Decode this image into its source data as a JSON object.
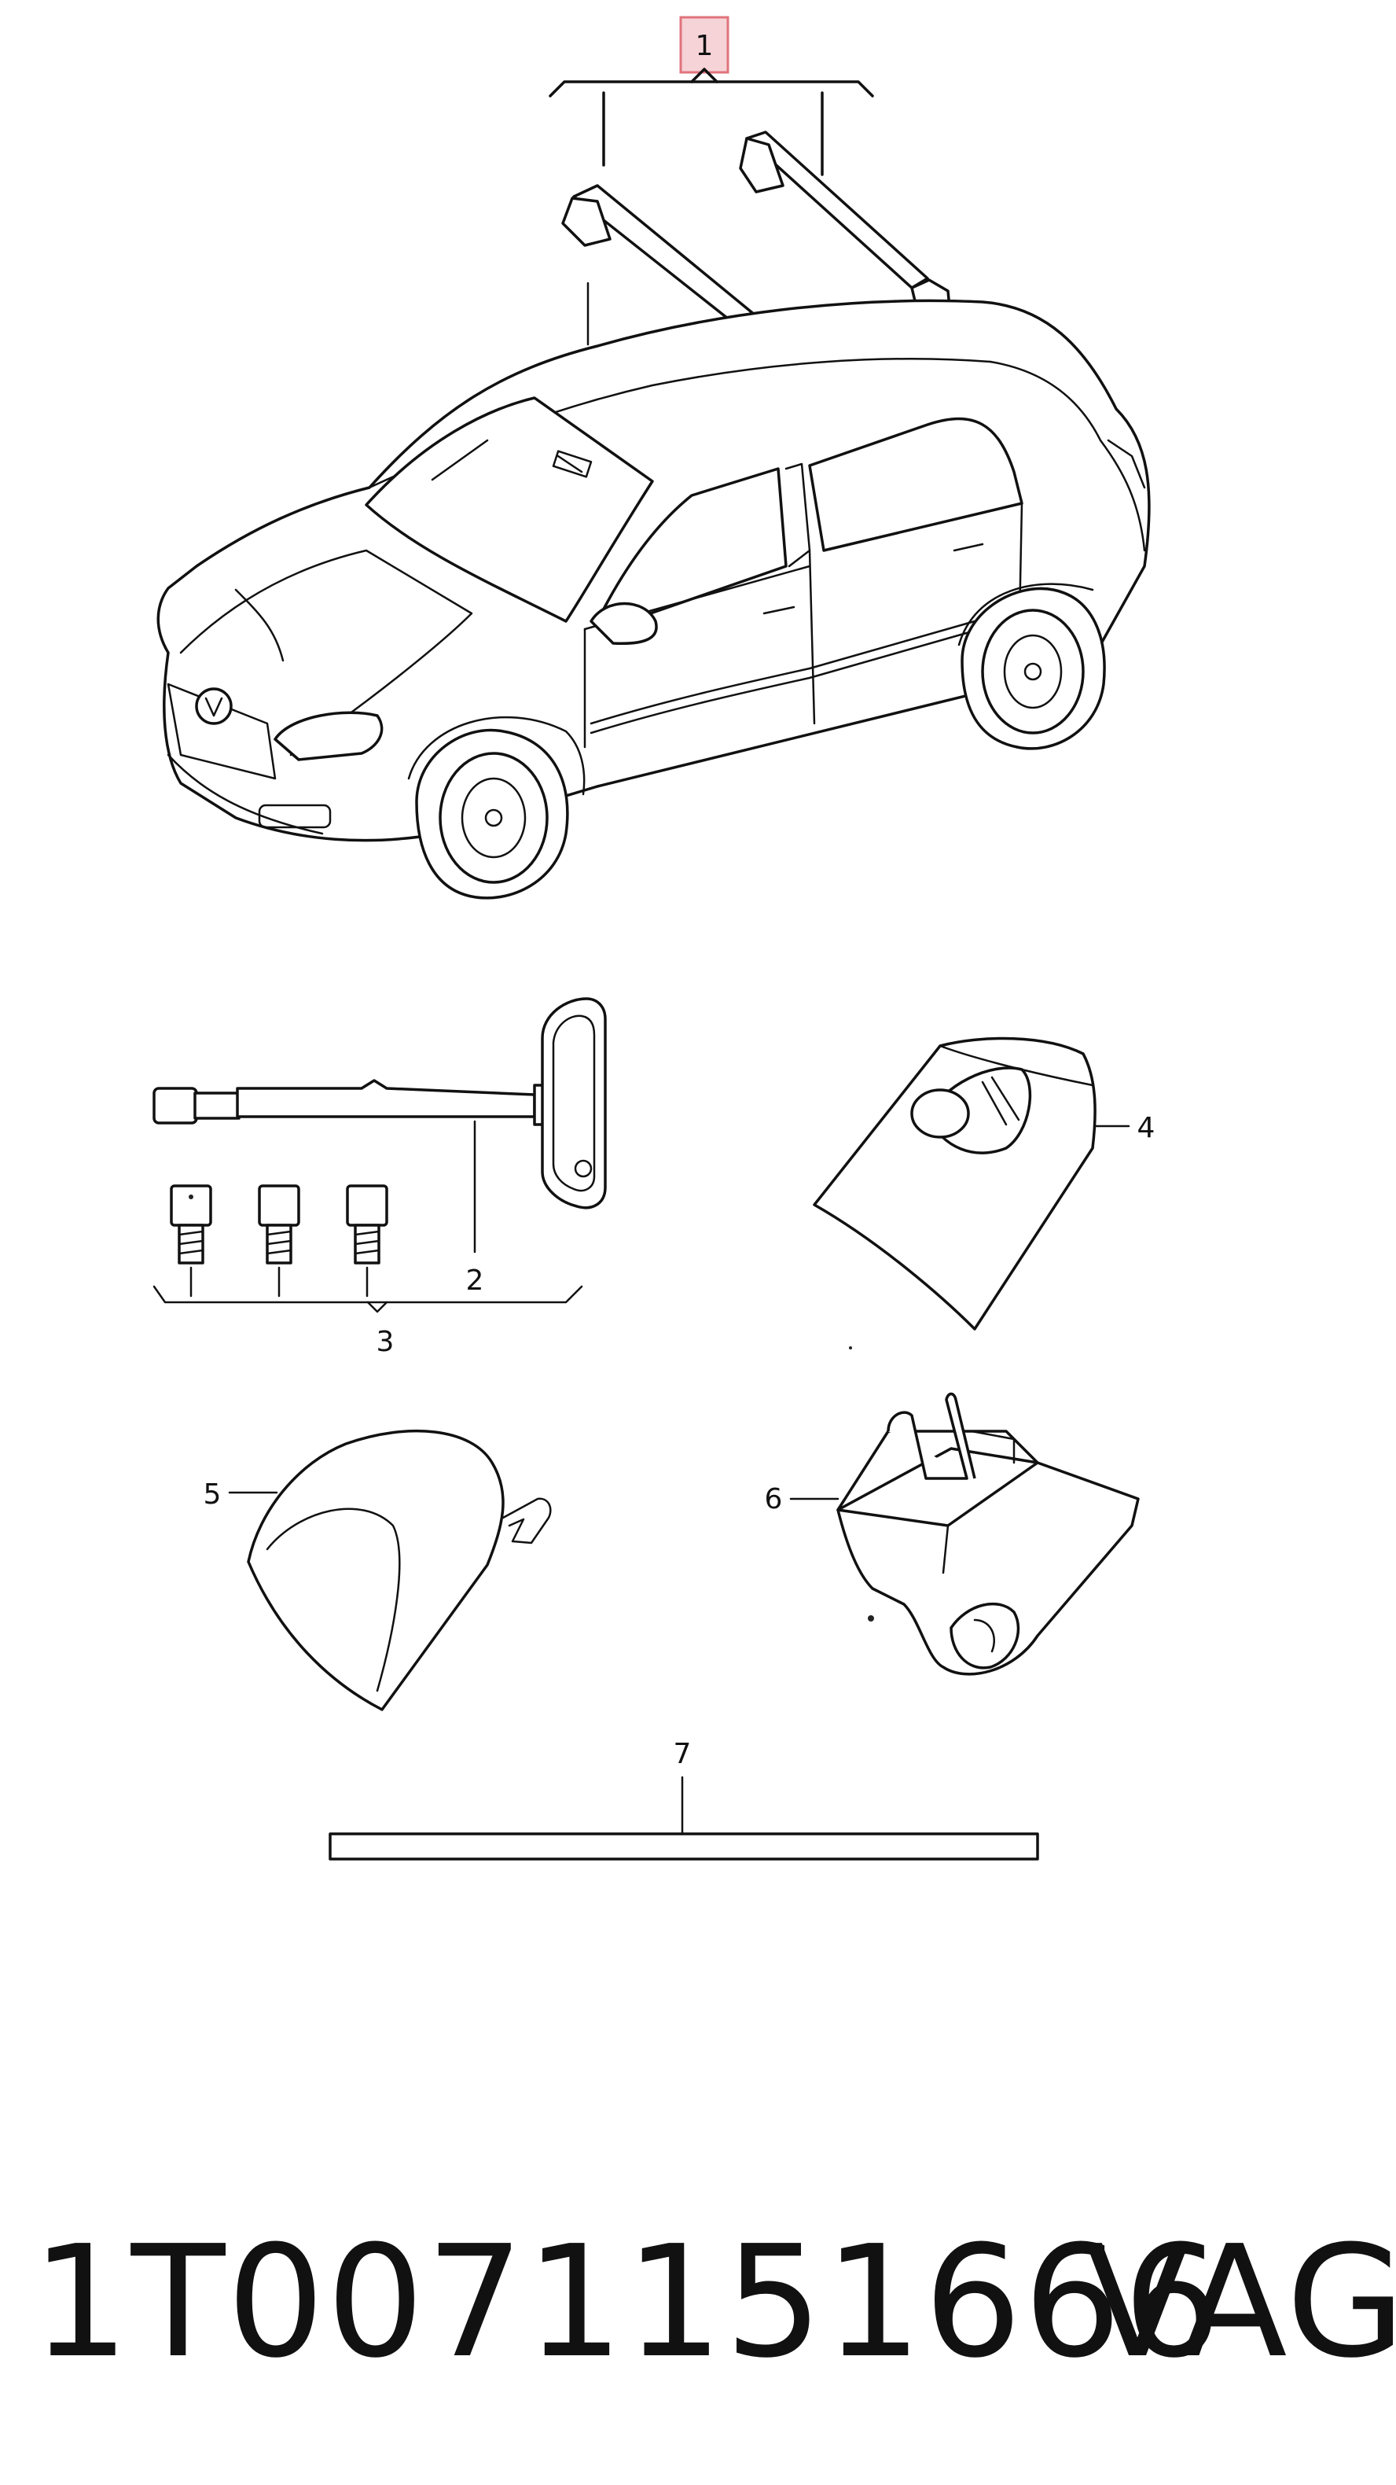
{
  "callouts": {
    "c1": "1",
    "c2": "2",
    "c3": "3",
    "c4": "4",
    "c5": "5",
    "c6": "6",
    "c7": "7"
  },
  "footer": {
    "part_number": "1T0071151666",
    "brand": "VAG"
  }
}
